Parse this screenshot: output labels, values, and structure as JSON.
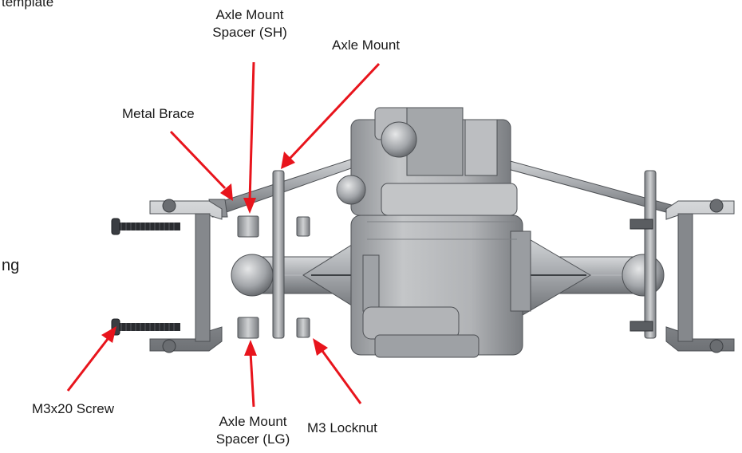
{
  "labels": {
    "template": "template",
    "ng": "ng",
    "spacer_sh": [
      "Axle Mount",
      "Spacer (SH)"
    ],
    "axle_mount": "Axle Mount",
    "metal_brace": "Metal Brace",
    "screw": "M3x20 Screw",
    "spacer_lg": [
      "Axle Mount",
      "Spacer (LG)"
    ],
    "locknut": "M3 Locknut"
  },
  "colors": {
    "arrow": "#e8141c",
    "metal_dark": "#5d6065",
    "metal_mid": "#9a9da1",
    "metal_light": "#c9cbcd",
    "screw": "#2a2c30"
  }
}
